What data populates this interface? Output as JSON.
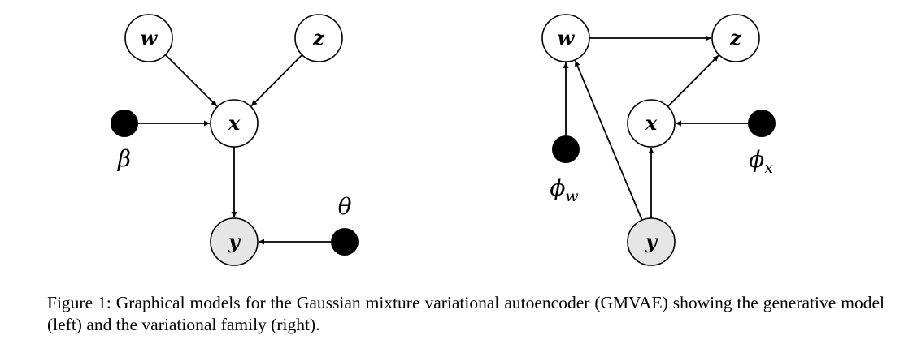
{
  "figure": {
    "caption": "Figure 1: Graphical models for the Gaussian mixture variational autoencoder (GMVAE) showing the generative model (left) and the variational family (right).",
    "colors": {
      "latent_fill": "#ffffff",
      "observed_fill": "#e6e6e6",
      "param_fill": "#000000",
      "stroke": "#000000"
    },
    "panels": [
      {
        "id": "generative-model",
        "nodes": [
          {
            "id": "w",
            "label": "w",
            "kind": "latent"
          },
          {
            "id": "z",
            "label": "z",
            "kind": "latent"
          },
          {
            "id": "x",
            "label": "x",
            "kind": "latent"
          },
          {
            "id": "y",
            "label": "y",
            "kind": "observed"
          },
          {
            "id": "beta",
            "label": "β",
            "sub": "",
            "kind": "param"
          },
          {
            "id": "theta",
            "label": "θ",
            "sub": "",
            "kind": "param"
          }
        ],
        "edges": [
          {
            "from": "w",
            "to": "x"
          },
          {
            "from": "z",
            "to": "x"
          },
          {
            "from": "beta",
            "to": "x"
          },
          {
            "from": "x",
            "to": "y"
          },
          {
            "from": "theta",
            "to": "y"
          }
        ]
      },
      {
        "id": "variational-family",
        "nodes": [
          {
            "id": "w",
            "label": "w",
            "kind": "latent"
          },
          {
            "id": "z",
            "label": "z",
            "kind": "latent"
          },
          {
            "id": "x",
            "label": "x",
            "kind": "latent"
          },
          {
            "id": "y",
            "label": "y",
            "kind": "observed"
          },
          {
            "id": "phi_w",
            "label": "ϕ",
            "sub": "w",
            "kind": "param"
          },
          {
            "id": "phi_x",
            "label": "ϕ",
            "sub": "x",
            "kind": "param"
          }
        ],
        "edges": [
          {
            "from": "w",
            "to": "z"
          },
          {
            "from": "x",
            "to": "z"
          },
          {
            "from": "phi_x",
            "to": "x"
          },
          {
            "from": "phi_w",
            "to": "w"
          },
          {
            "from": "y",
            "to": "w"
          },
          {
            "from": "y",
            "to": "x"
          }
        ]
      }
    ]
  }
}
